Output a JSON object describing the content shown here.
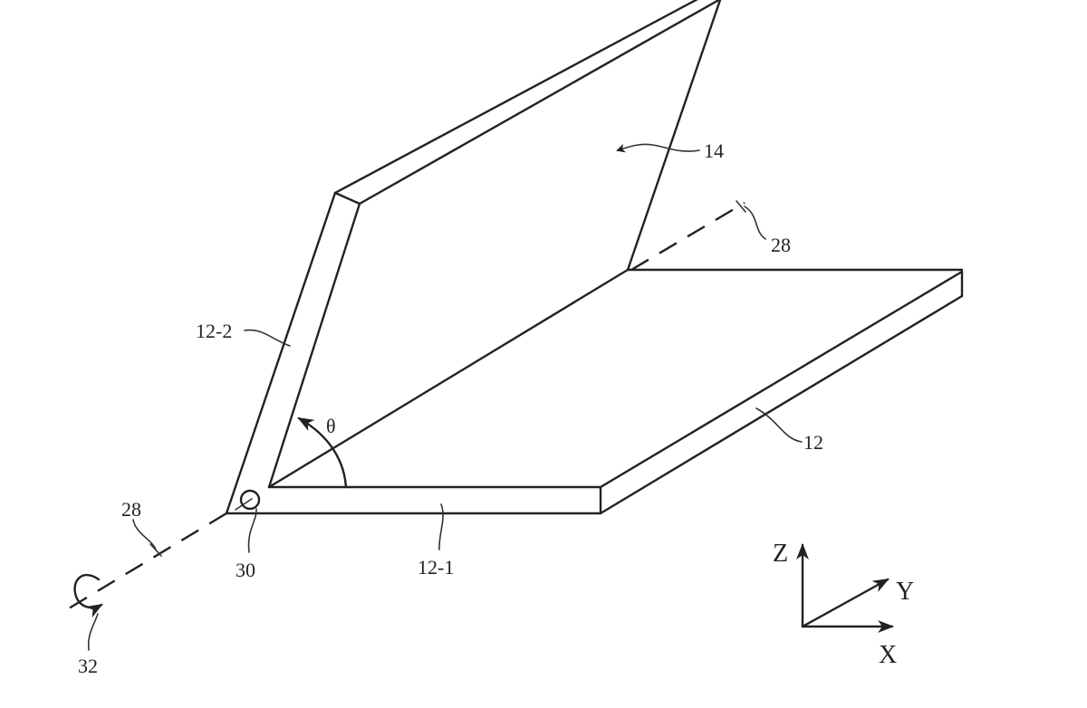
{
  "figure": {
    "type": "patent-drawing",
    "description": "Foldable device with two housing portions joined by a hinge, rotating about an axis"
  },
  "labels": {
    "display": "14",
    "axis_upper": "28",
    "axis_lower": "28",
    "upper_housing": "12-2",
    "housing": "12",
    "lower_housing": "12-1",
    "hinge": "30",
    "rotation": "32",
    "angle": "θ"
  },
  "axes": {
    "z": "Z",
    "y": "Y",
    "x": "X"
  },
  "colors": {
    "line": "#222222",
    "background": "#ffffff"
  }
}
